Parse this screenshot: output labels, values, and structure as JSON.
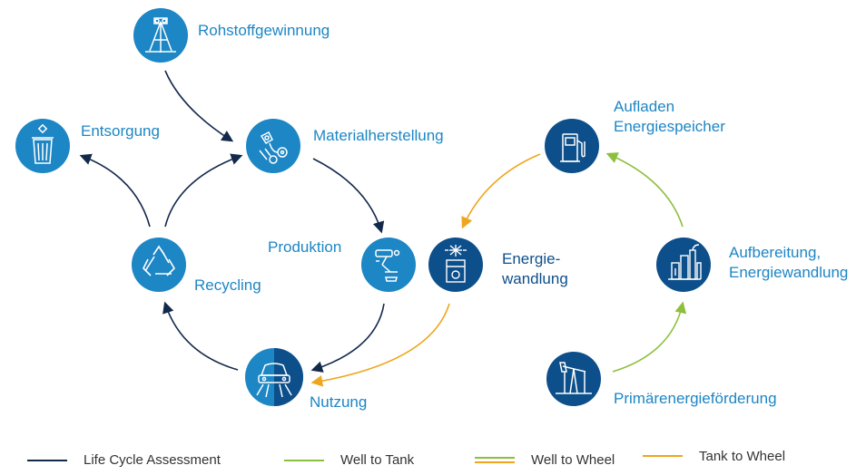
{
  "colors": {
    "light_blue": "#1d86c5",
    "dark_blue": "#0d4f8b",
    "navy_arrow": "#13294b",
    "green": "#8dbf3e",
    "orange": "#f0a51f"
  },
  "nodes": {
    "rohstoff": {
      "label": "Rohstoffgewinnung",
      "icon": "mining-tower-icon"
    },
    "material": {
      "label": "Materialherstellung",
      "icon": "material-production-icon"
    },
    "entsorgung": {
      "label": "Entsorgung",
      "icon": "trash-can-icon"
    },
    "recycling": {
      "label": "Recycling",
      "icon": "recycling-icon"
    },
    "produktion": {
      "label": "Produktion",
      "icon": "robot-arm-icon"
    },
    "nutzung": {
      "label": "Nutzung",
      "icon": "car-front-icon"
    },
    "energiewandlung": {
      "label_line1": "Energie-",
      "label_line2": "wandlung",
      "icon": "energy-converter-icon"
    },
    "aufladen": {
      "label_line1": "Aufladen",
      "label_line2": "Energiespeicher",
      "icon": "fuel-pump-icon"
    },
    "aufbereitung": {
      "label_line1": "Aufbereitung,",
      "label_line2": "Energiewandlung",
      "icon": "refinery-icon"
    },
    "primaer": {
      "label": "Primärenergieförderung",
      "icon": "oil-pump-icon"
    }
  },
  "legend": [
    {
      "label": "Life Cycle Assessment",
      "style": "navy"
    },
    {
      "label": "Well to Tank",
      "style": "green"
    },
    {
      "label": "Well to Wheel",
      "style": "green-orange"
    },
    {
      "label": "Tank to Wheel",
      "style": "orange"
    }
  ]
}
